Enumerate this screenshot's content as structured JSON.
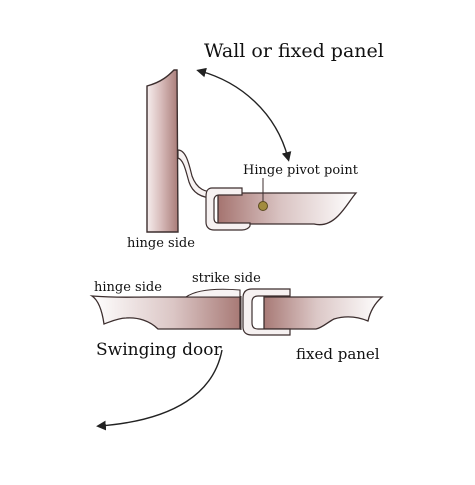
{
  "labels": {
    "wall_or_fixed_panel": "Wall or fixed panel",
    "hinge_pivot_point": "Hinge pivot point",
    "hinge_side_top": "hinge side",
    "hinge_side_bottom": "hinge side",
    "strike_side": "strike side",
    "swinging_door": "Swinging door",
    "fixed_panel": "fixed panel"
  },
  "colors": {
    "panel_dark": "#b98a86",
    "panel_light": "#f4ecec",
    "outline": "#3c2e2e",
    "seal_fill": "#f6f1f1",
    "pivot_dot": "#a28c3e",
    "arrow": "#222222"
  }
}
